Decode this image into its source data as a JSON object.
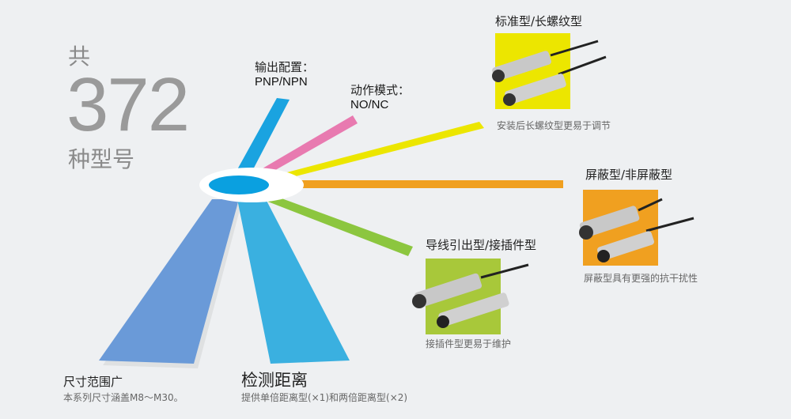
{
  "headline": {
    "prefix": "共",
    "count": "372",
    "suffix": "种型号"
  },
  "features": {
    "output": {
      "title": "输出配置：",
      "value": "PNP/NPN"
    },
    "action": {
      "title": "动作模式：",
      "value": "NO/NC"
    },
    "thread": {
      "title": "标准型/长螺纹型",
      "caption": "安装后长螺纹型更易于调节"
    },
    "shield": {
      "title": "屏蔽型/非屏蔽型",
      "caption": "屏蔽型具有更强的抗干扰性"
    },
    "connect": {
      "title": "导线引出型/接插件型",
      "caption": "接插件型更易于维护"
    },
    "size": {
      "title": "尺寸范围广",
      "caption": "本系列尺寸涵盖M8～M30。"
    },
    "distance": {
      "title": "检测距离",
      "caption": "提供单倍距离型(×1)和两倍距离型(×2)"
    }
  },
  "colors": {
    "blue": "#1aa3e0",
    "pink": "#e87ab0",
    "yellow": "#ece600",
    "orange": "#f0a020",
    "green": "#8cc63f",
    "lightblue": "#6a9ad8"
  }
}
